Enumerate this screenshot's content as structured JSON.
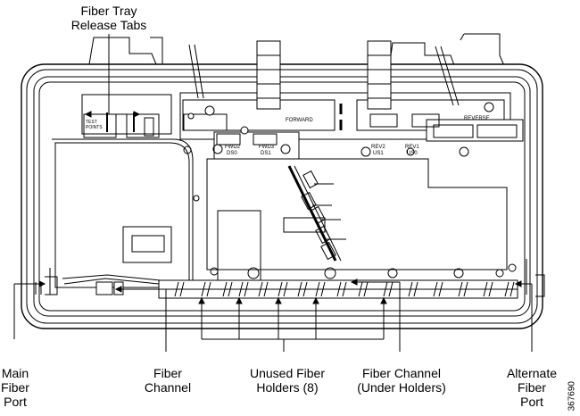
{
  "callouts": {
    "release_tabs": [
      "Fiber Tray",
      "Release Tabs"
    ],
    "main_port": [
      "Main",
      "Fiber",
      "Port"
    ],
    "fiber_channel": [
      "Fiber",
      "Channel"
    ],
    "unused_holders": [
      "Unused Fiber",
      "Holders (8)"
    ],
    "channel_under": [
      "Fiber Channel",
      "(Under Holders)"
    ],
    "alt_port": [
      "Alternate",
      "Fiber",
      "Port"
    ]
  },
  "board_labels": {
    "forward": "FORWARD",
    "reverse": "REVERSE",
    "fwd2": [
      "FWD2",
      "DS0"
    ],
    "fwd3": [
      "FWD3",
      "DS1"
    ],
    "rev2": [
      "REV2",
      "US1"
    ],
    "rev1": [
      "REV1",
      "US0"
    ],
    "test_points": [
      "TEST",
      "POINTS"
    ]
  },
  "figure_number": "367690"
}
